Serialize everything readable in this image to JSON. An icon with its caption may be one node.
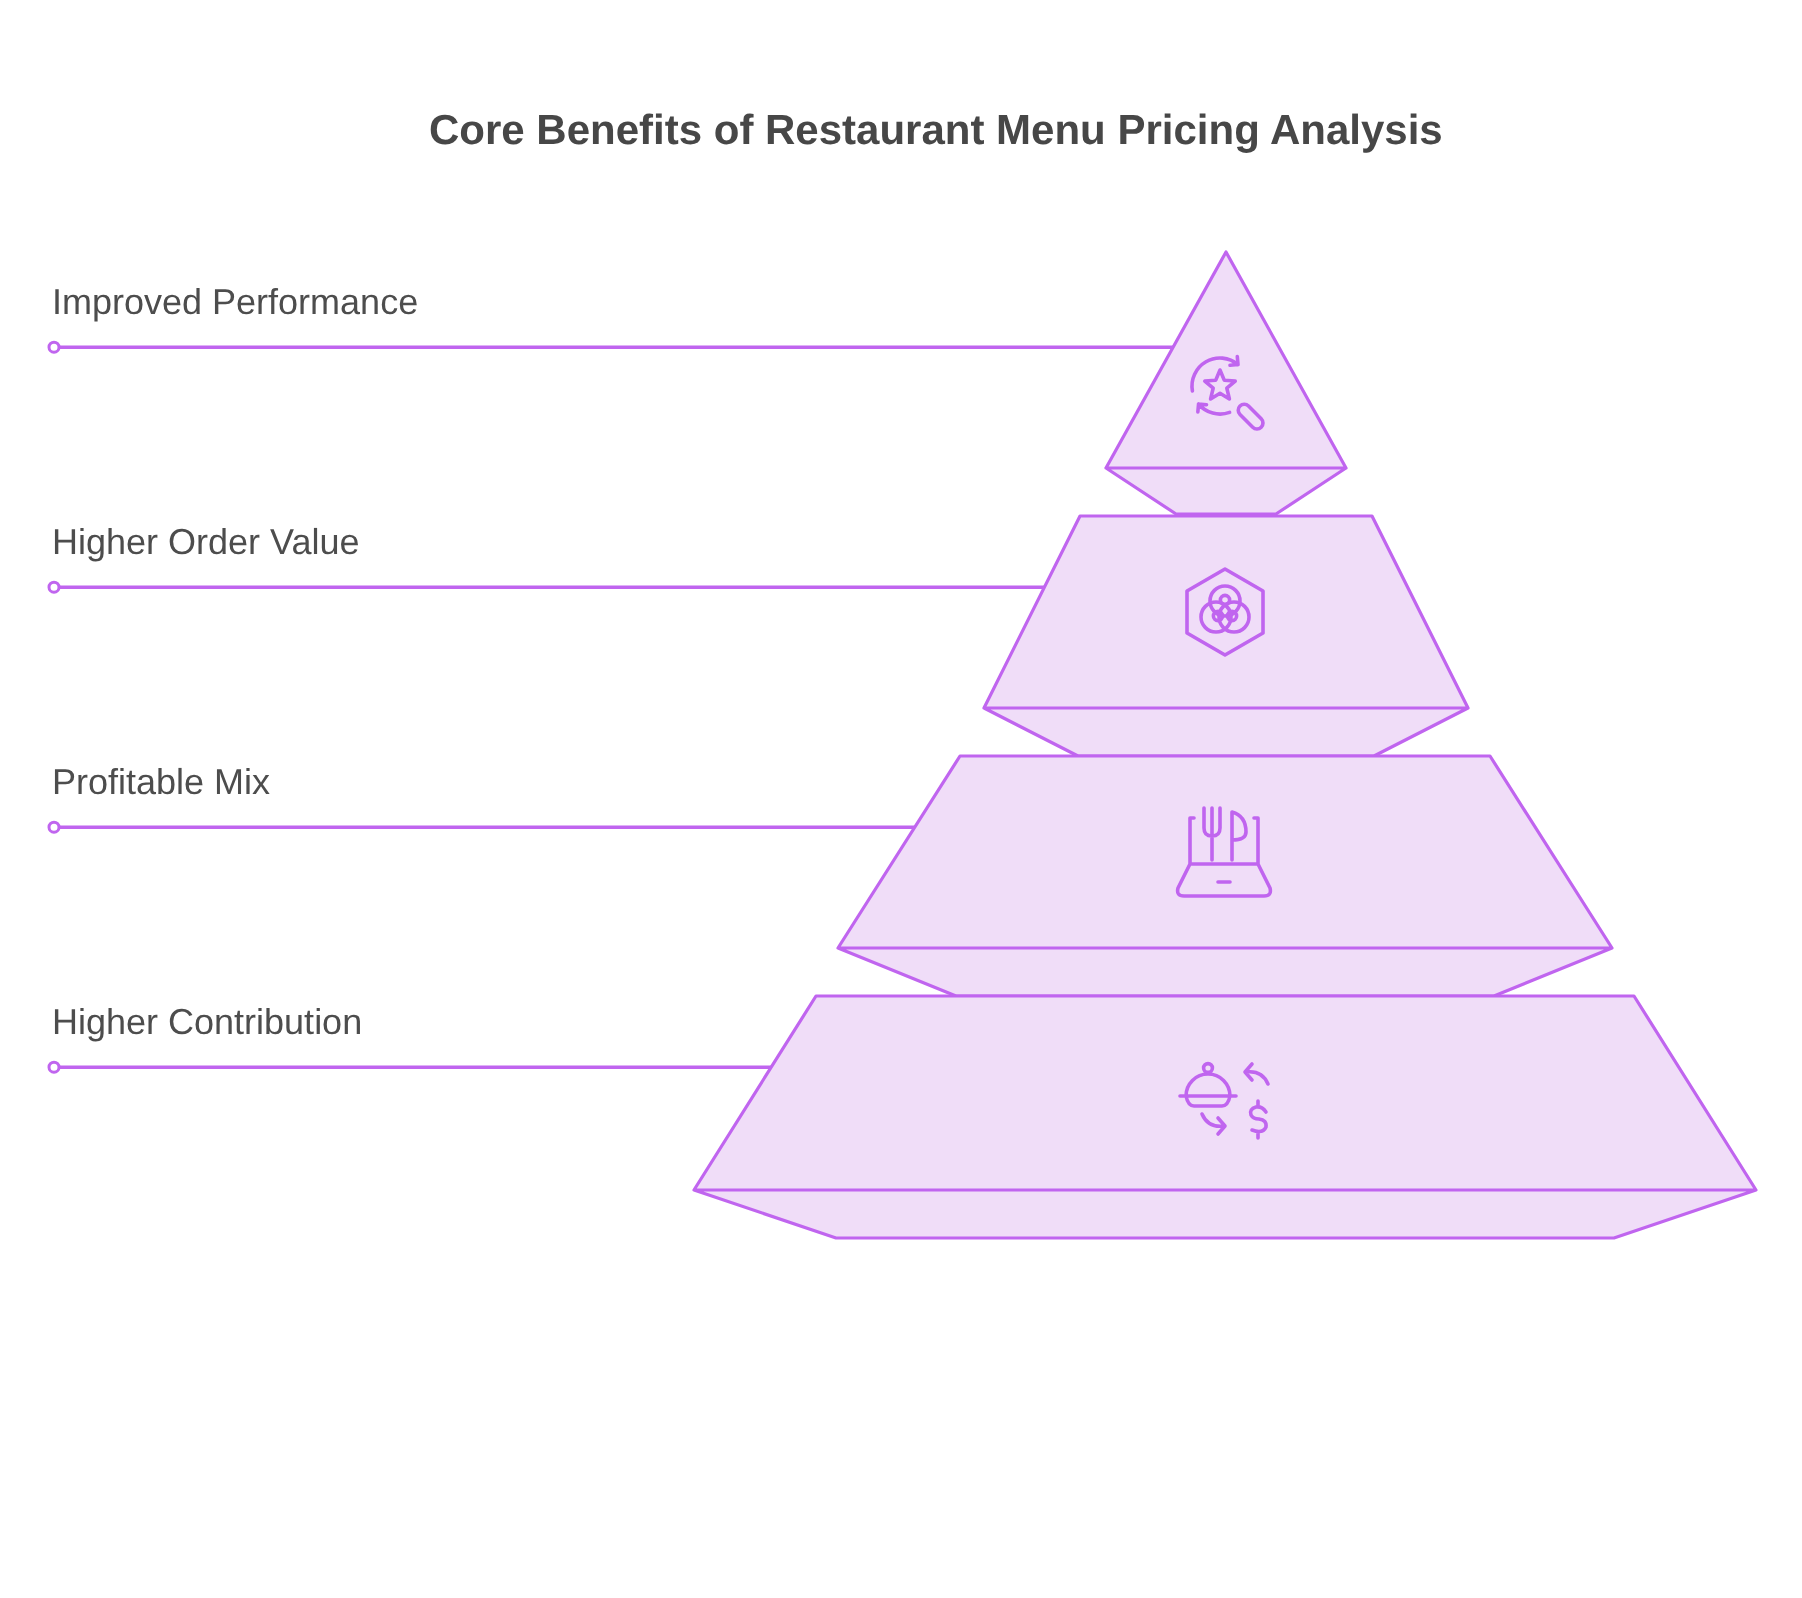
{
  "diagram": {
    "title": "Core Benefits of Restaurant Menu Pricing Analysis",
    "nodes": [
      {
        "text": [
          "Improved Performance"
        ]
      },
      {
        "text": [],
        "shape": "triangle"
      },
      {
        "text": [
          "Higher Order Value"
        ]
      },
      {
        "text": [],
        "shape": "trapezoid"
      },
      {
        "text": [
          "Profitable Mix"
        ]
      },
      {
        "text": [],
        "shape": "trapezoid"
      },
      {
        "text": [
          "Higher Contribution"
        ]
      },
      {
        "text": [],
        "shape": "trapezoid"
      }
    ],
    "edges": [
      {
        "from": 0,
        "to": 1,
        "arrow": "other"
      },
      {
        "from": 2,
        "to": 3,
        "arrow": "other"
      },
      {
        "from": 4,
        "to": 5,
        "arrow": "other"
      },
      {
        "from": 6,
        "to": 7,
        "arrow": "other"
      }
    ]
  }
}
